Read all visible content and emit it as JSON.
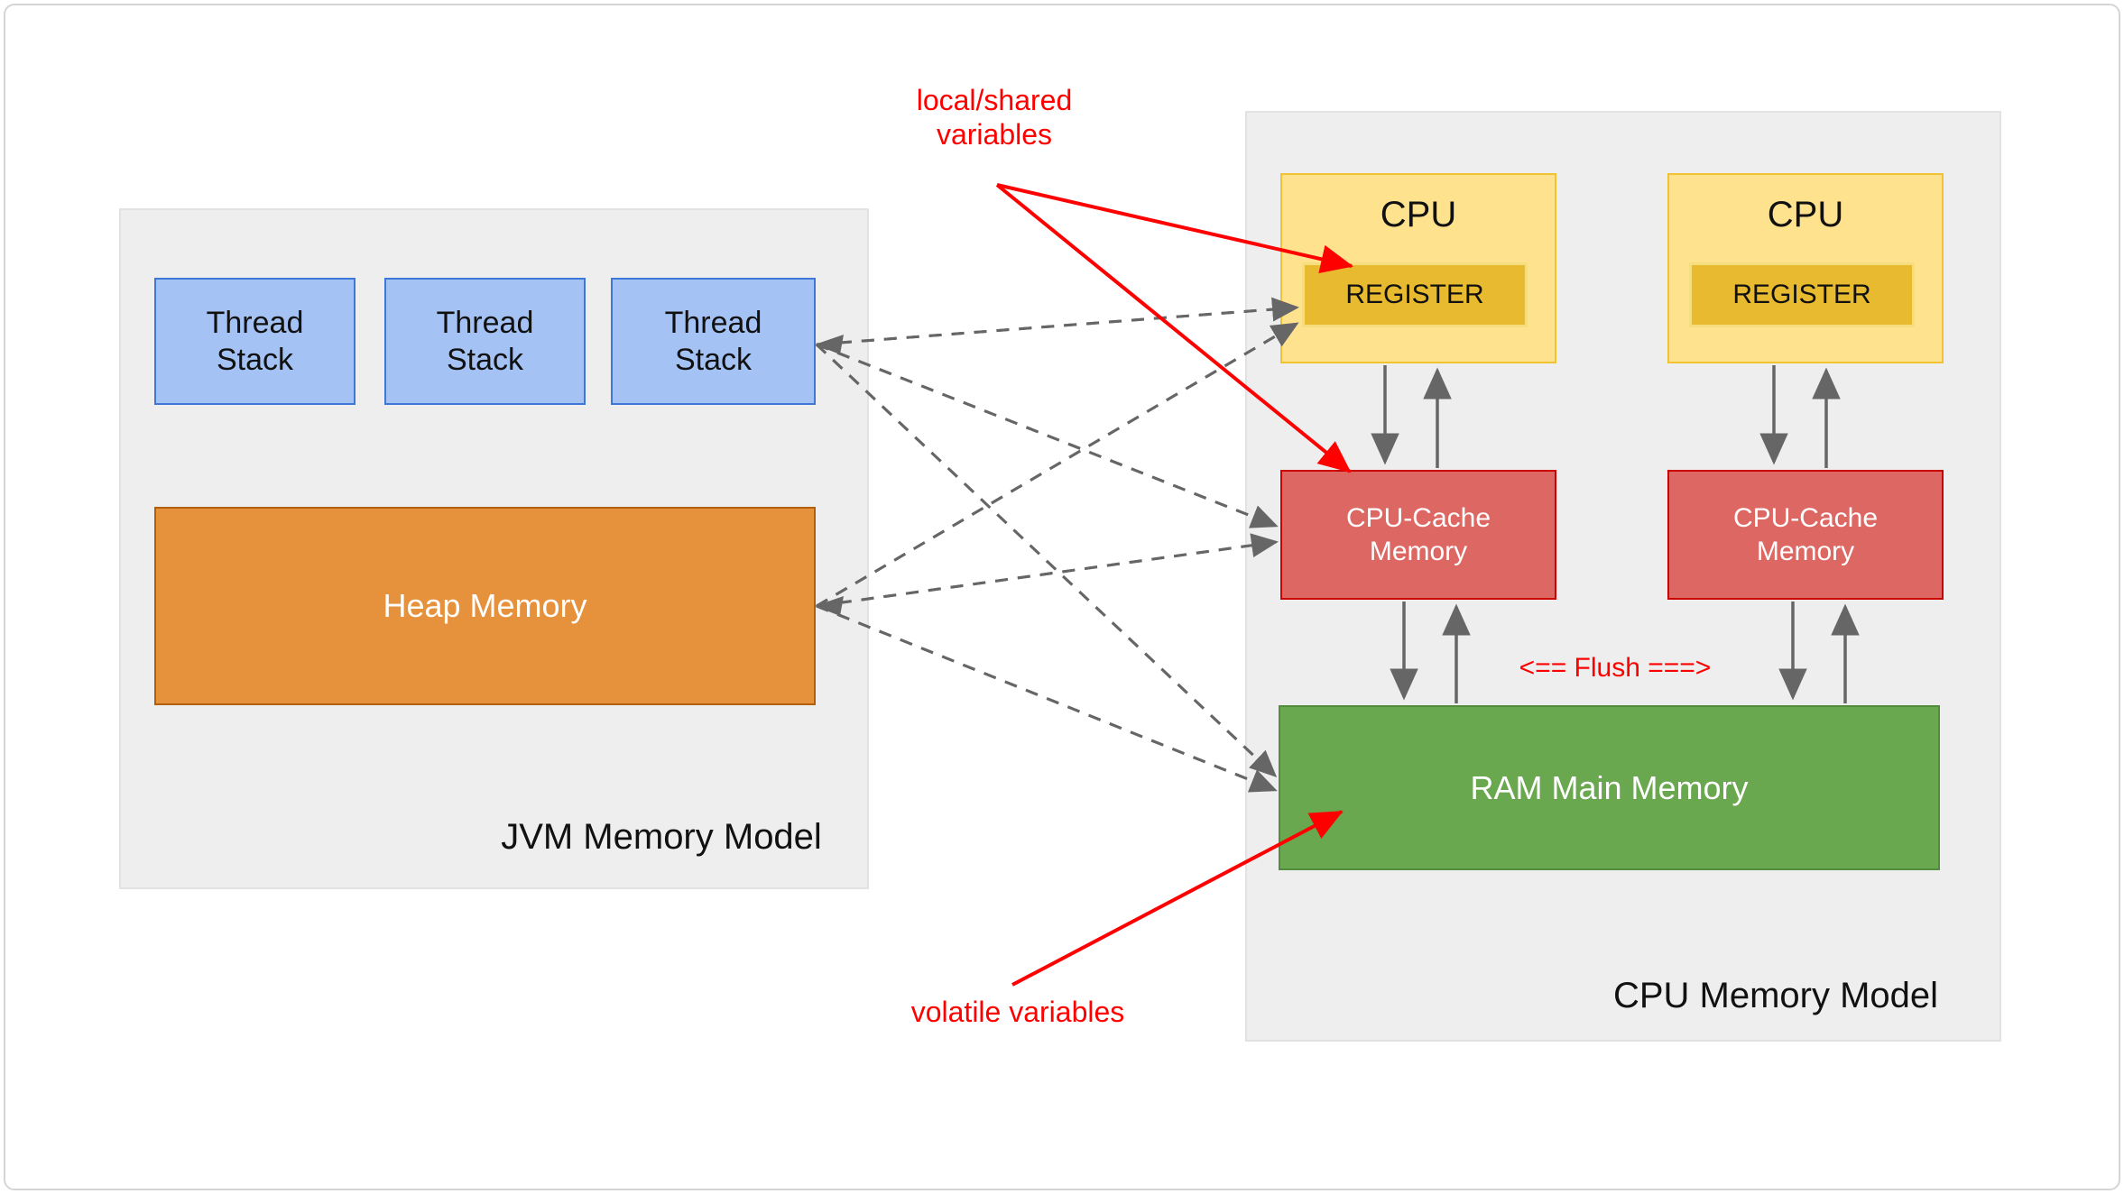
{
  "diagram": {
    "jvm": {
      "title": "JVM Memory Model",
      "thread_stacks": [
        "Thread Stack",
        "Thread Stack",
        "Thread Stack"
      ],
      "heap": "Heap Memory"
    },
    "cpu": {
      "title": "CPU Memory Model",
      "units": [
        {
          "label": "CPU",
          "register": "REGISTER"
        },
        {
          "label": "CPU",
          "register": "REGISTER"
        }
      ],
      "caches": [
        "CPU-Cache Memory",
        "CPU-Cache Memory"
      ],
      "ram": "RAM Main Memory"
    },
    "annotations": {
      "local_shared": "local/shared variables",
      "volatile_vars": "volatile variables",
      "flush": "<== Flush ===>"
    },
    "colors": {
      "thread_stack_fill": "#a4c2f4",
      "thread_stack_border": "#3d78d8",
      "heap_fill": "#e6913c",
      "heap_border": "#b45f06",
      "cpu_fill": "#ffe28e",
      "cpu_border": "#f1c232",
      "register_fill": "#e8ba2f",
      "cache_fill": "#dd6863",
      "cache_border": "#cc0000",
      "ram_fill": "#6aa84f",
      "panel_fill": "#eeeeee",
      "annotation_red": "#ff0000",
      "arrow_gray": "#666666"
    }
  }
}
